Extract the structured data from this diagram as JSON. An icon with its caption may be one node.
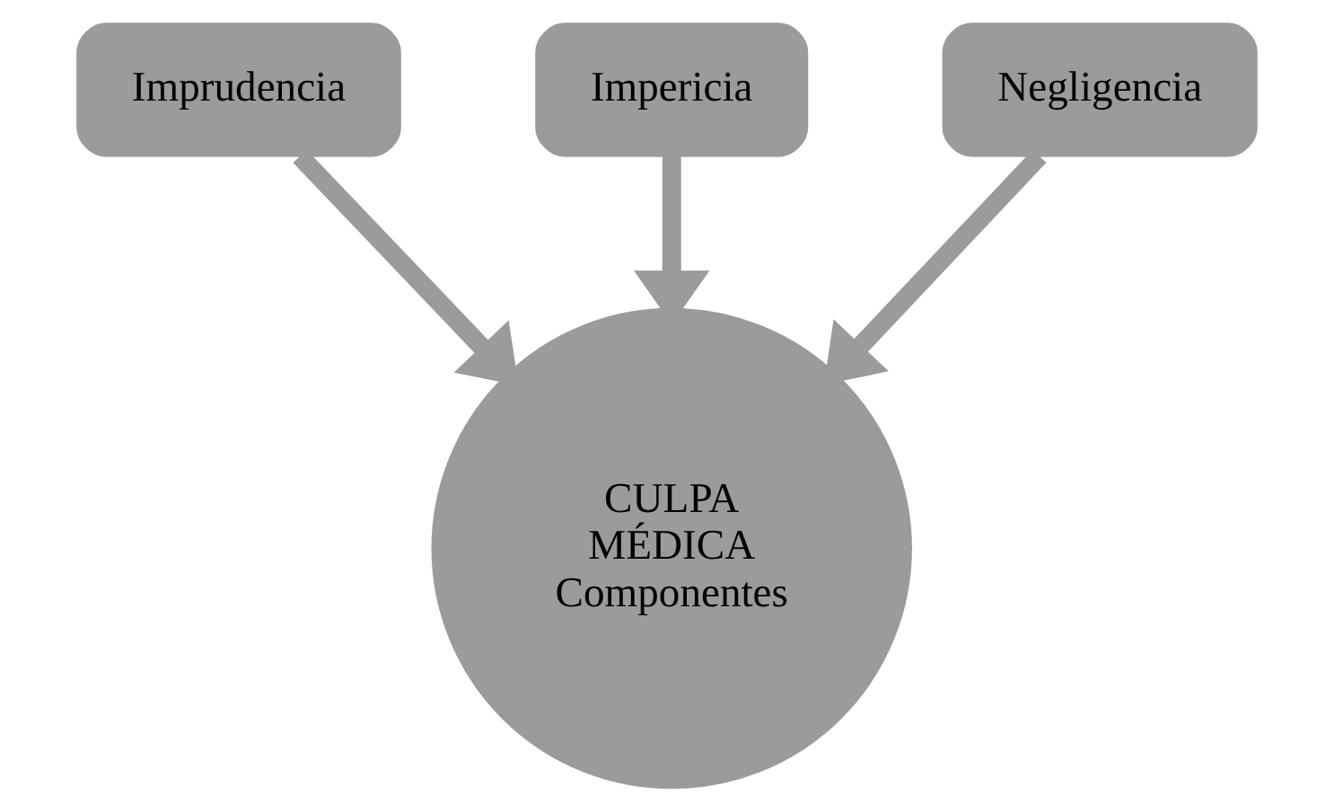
{
  "diagram": {
    "nodes": [
      {
        "text": [
          "Imprudencia"
        ]
      },
      {
        "text": [
          "Impericia"
        ]
      },
      {
        "text": [
          "Negligencia"
        ]
      },
      {
        "text": [
          "CULPA MÉDICA Componentes"
        ]
      }
    ],
    "edges": [
      {
        "from": 0,
        "to": 3,
        "arrow": "to"
      },
      {
        "from": 1,
        "to": 3,
        "arrow": "to"
      },
      {
        "from": 2,
        "to": 3,
        "arrow": "to"
      }
    ]
  }
}
